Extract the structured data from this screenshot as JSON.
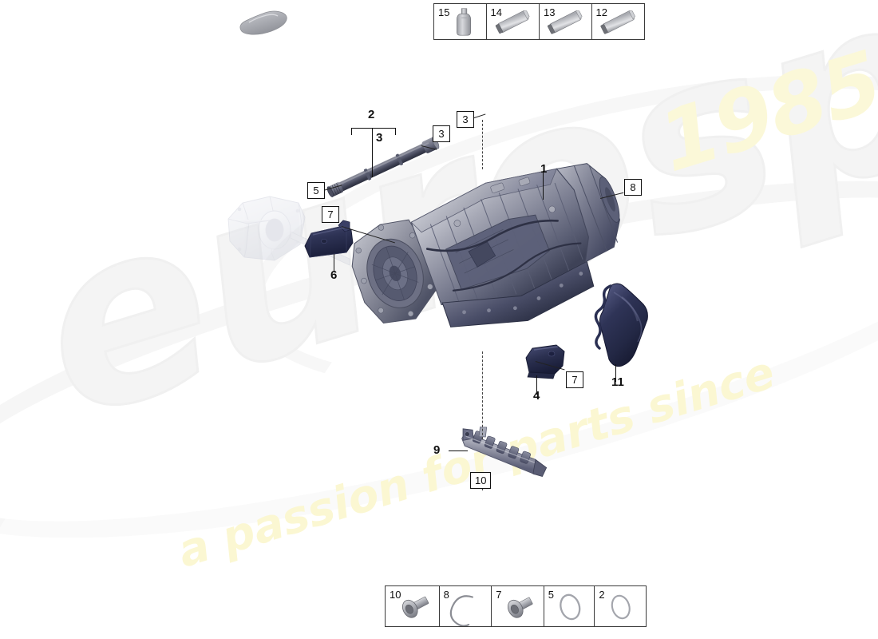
{
  "diagram": {
    "title": "Transmission / automatic gearbox exploded parts diagram",
    "background_color": "#ffffff"
  },
  "watermark": {
    "brand": "eurospares",
    "tagline": "a passion for parts since",
    "year": "1985",
    "brand_color": "#f4f4f4",
    "tagline_color": "#fbf7d2"
  },
  "top_legend": {
    "position": "top-right",
    "cells": [
      {
        "number": "15",
        "icon": "oil-bottle-icon"
      },
      {
        "number": "14",
        "icon": "sealant-tube-icon"
      },
      {
        "number": "13",
        "icon": "sealant-tube-icon"
      },
      {
        "number": "12",
        "icon": "sealant-tube-icon"
      }
    ]
  },
  "bottom_legend": {
    "position": "bottom-center",
    "cells": [
      {
        "number": "10",
        "icon": "hex-bolt-icon"
      },
      {
        "number": "8",
        "icon": "retaining-clip-icon"
      },
      {
        "number": "7",
        "icon": "hex-bolt-icon"
      },
      {
        "number": "5",
        "icon": "o-ring-icon"
      },
      {
        "number": "2",
        "icon": "o-ring-icon"
      }
    ]
  },
  "callouts": [
    {
      "id": "c1",
      "number": "1",
      "style": "bold",
      "target": "transmission-housing"
    },
    {
      "id": "c2",
      "number": "2",
      "style": "bold",
      "target": "drive-shaft"
    },
    {
      "id": "c3a",
      "number": "3",
      "style": "bold",
      "target": "drive-shaft-bracket"
    },
    {
      "id": "c3b",
      "number": "3",
      "style": "boxed",
      "target": "shaft-seal-near"
    },
    {
      "id": "c3c",
      "number": "3",
      "style": "boxed",
      "target": "shaft-seal-far"
    },
    {
      "id": "c4",
      "number": "4",
      "style": "bold",
      "target": "heat-shield-small"
    },
    {
      "id": "c5",
      "number": "5",
      "style": "boxed",
      "target": "shaft-o-ring"
    },
    {
      "id": "c6",
      "number": "6",
      "style": "bold",
      "target": "heat-shield-bracket"
    },
    {
      "id": "c7a",
      "number": "7",
      "style": "boxed",
      "target": "bracket-bolt-upper"
    },
    {
      "id": "c7b",
      "number": "7",
      "style": "boxed",
      "target": "bracket-bolt-lower"
    },
    {
      "id": "c8",
      "number": "8",
      "style": "boxed",
      "target": "housing-clip"
    },
    {
      "id": "c9",
      "number": "9",
      "style": "bold",
      "target": "wiring-harness-holder"
    },
    {
      "id": "c10",
      "number": "10",
      "style": "boxed",
      "target": "harness-holder-bolt"
    },
    {
      "id": "c11",
      "number": "11",
      "style": "bold",
      "target": "heat-shield-large"
    }
  ],
  "parts": [
    {
      "name": "vehicle-silhouette",
      "label": "",
      "color": "#b9babd"
    },
    {
      "name": "differential-housing-ghost",
      "label": "",
      "color": "#e8e9ef",
      "note": "faded outline"
    },
    {
      "name": "drive-shaft",
      "label": "2",
      "color": "#4e5160"
    },
    {
      "name": "transmission-housing",
      "label": "1",
      "color": "#9a9ca8"
    },
    {
      "name": "heat-shield-bracket",
      "label": "6",
      "color": "#2e3354"
    },
    {
      "name": "heat-shield-small",
      "label": "4",
      "color": "#2b3050"
    },
    {
      "name": "heat-shield-large",
      "label": "11",
      "color": "#2b2f52"
    },
    {
      "name": "wiring-harness-holder",
      "label": "9",
      "color": "#8f92a3"
    }
  ],
  "colors": {
    "line": "#111111",
    "metal_light": "#cfd1d8",
    "metal_mid": "#9a9ca8",
    "metal_dark": "#6b6e7d",
    "shield_navy": "#2b3050",
    "legend_border": "#3a3a3a"
  }
}
